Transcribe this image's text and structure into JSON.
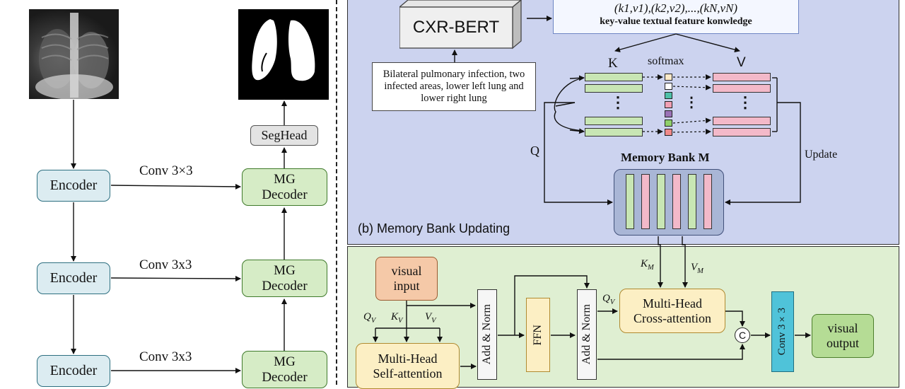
{
  "panel_a": {
    "encoders": [
      "Encoder",
      "Encoder",
      "Encoder"
    ],
    "decoders": [
      "MG\nDecoder",
      "MG\nDecoder",
      "MG\nDecoder"
    ],
    "skip_labels": [
      "Conv 3×3",
      "Conv 3x3",
      "Conv 3x3"
    ],
    "seghead": "SegHead"
  },
  "panel_b": {
    "cxr_bert": "CXR-BERT",
    "kv_math": "(k1,v1),(k2,v2),...,(kN,vN)",
    "kv_label": "key-value textual feature konwledge",
    "report_text": "Bilateral pulmonary infection, two infected areas, lower left lung and lower right lung",
    "k_label": "K",
    "v_label": "V",
    "softmax_label": "softmax",
    "q_label": "Q",
    "memory_bank_label": "Memory Bank M",
    "update_label": "Update",
    "panel_caption": "(b) Memory Bank Updating",
    "dots": "⋮"
  },
  "panel_c": {
    "visual_input": "visual\ninput",
    "qv": "QV",
    "kv": "KV",
    "vv": "VV",
    "self_attention": "Multi-Head\nSelf-attention",
    "add_norm_1": "Add & Norm",
    "ffn": "FFN",
    "add_norm_2": "Add & Norm",
    "qv2": "QV",
    "km": "KM",
    "vm": "VM",
    "cross_attention": "Multi-Head\nCross-attention",
    "concat": "C",
    "conv": "Conv 3×3",
    "visual_output": "visual\noutput"
  },
  "colors": {
    "panel_b_bg": "#ccd3ef",
    "panel_c_bg": "#dfefd2",
    "encoder": "#dcecf1",
    "decoder": "#d6ecc6",
    "key_green": "#c8e6b4",
    "value_pink": "#f3b9c9",
    "memory_bank": "#a9b6d6",
    "conv_cyan": "#4fc3d9",
    "visual_input": "#f5c9a8",
    "visual_output": "#b5dc95",
    "attention_yellow": "#fcefc4"
  }
}
